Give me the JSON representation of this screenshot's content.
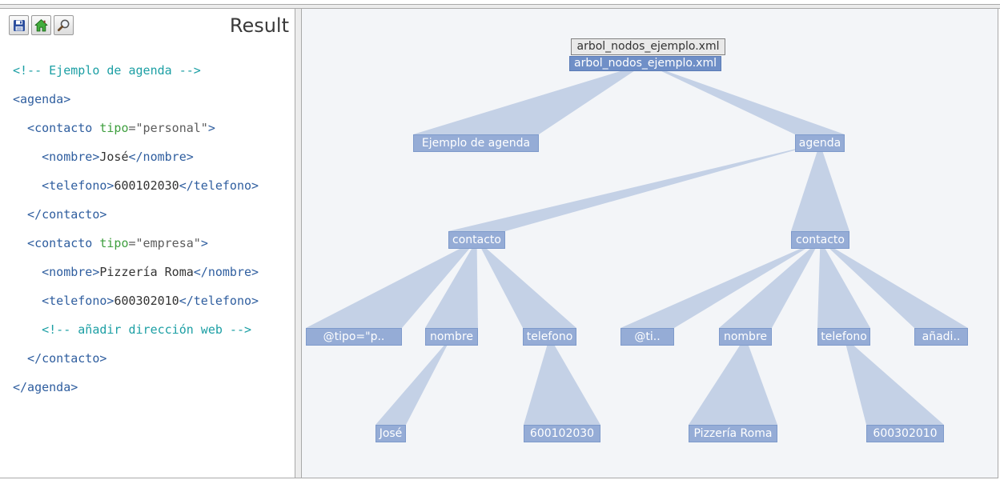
{
  "toolbar": {
    "buttons": [
      {
        "icon": "save-icon"
      },
      {
        "icon": "home-icon"
      },
      {
        "icon": "search-icon"
      }
    ]
  },
  "result_panel": {
    "title": "Result"
  },
  "code": {
    "lines": [
      [
        {
          "comment": "<!-- Ejemplo de agenda -->"
        }
      ],
      [
        {
          "tag": "<agenda>"
        }
      ],
      [
        {
          "tag": "  <contacto "
        },
        {
          "attr": "tipo"
        },
        {
          "value": "=\"personal\""
        },
        {
          "tag": ">"
        }
      ],
      [
        {
          "tag": "    <nombre>"
        },
        {
          "text": "José"
        },
        {
          "tag": "</nombre>"
        }
      ],
      [
        {
          "tag": "    <telefono>"
        },
        {
          "text": "600102030"
        },
        {
          "tag": "</telefono>"
        }
      ],
      [
        {
          "tag": "  </contacto>"
        }
      ],
      [
        {
          "tag": "  <contacto "
        },
        {
          "attr": "tipo"
        },
        {
          "value": "=\"empresa\""
        },
        {
          "tag": ">"
        }
      ],
      [
        {
          "tag": "    <nombre>"
        },
        {
          "text": "Pizzería Roma"
        },
        {
          "tag": "</nombre>"
        }
      ],
      [
        {
          "tag": "    <telefono>"
        },
        {
          "text": "600302010"
        },
        {
          "tag": "</telefono>"
        }
      ],
      [
        {
          "comment": "    <!-- añadir dirección web -->"
        }
      ],
      [
        {
          "tag": "  </contacto>"
        }
      ],
      [
        {
          "tag": "</agenda>"
        }
      ]
    ]
  },
  "tree": {
    "tooltip": "arbol_nodos_ejemplo.xml",
    "root": {
      "label": "arbol_nodos_ejemplo.xml",
      "children": [
        {
          "label": "Ejemplo de agenda"
        },
        {
          "label": "agenda",
          "children": [
            {
              "label": "contacto",
              "children": [
                {
                  "label": "@tipo=\"p.."
                },
                {
                  "label": "nombre",
                  "children": [
                    {
                      "label": "José"
                    }
                  ]
                },
                {
                  "label": "telefono",
                  "children": [
                    {
                      "label": "600102030"
                    }
                  ]
                }
              ]
            },
            {
              "label": "contacto",
              "children": [
                {
                  "label": "@ti.."
                },
                {
                  "label": "nombre",
                  "children": [
                    {
                      "label": "Pizzería Roma"
                    }
                  ]
                },
                {
                  "label": "telefono",
                  "children": [
                    {
                      "label": "600302010"
                    }
                  ]
                },
                {
                  "label": "añadi.."
                }
              ]
            }
          ]
        }
      ]
    }
  },
  "colors": {
    "tag": "#2f5e9f",
    "attr": "#3f9f3f",
    "value": "#5c5c5c",
    "text": "#333333",
    "comment": "#1c9fa4",
    "node_fill": "#95acd6",
    "node_border": "#7e9acb",
    "root_fill": "#6f8fc7",
    "root_border": "#5a7bb6",
    "edge_fill": "#c4d1e6",
    "tree_background": "#f3f5f8"
  }
}
